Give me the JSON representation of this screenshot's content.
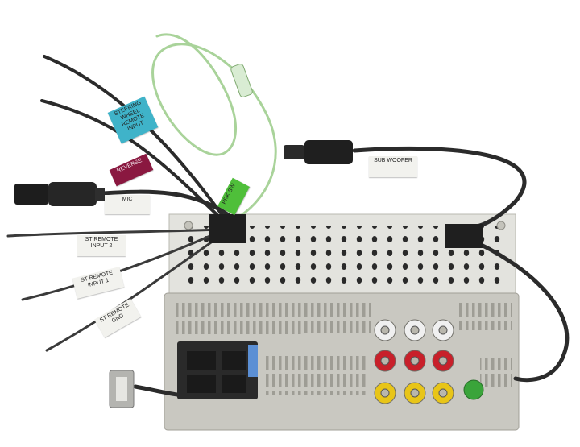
{
  "labels": {
    "steering": "STEERING WHEEL REMOTE INPUT",
    "reverse": "REVERSE",
    "mic": "MIC",
    "park": "PRK SW",
    "sub": "SUB WOOFER",
    "remote2": "ST REMOTE INPUT 2",
    "remote1": "ST REMOTE INPUT 1",
    "gnd": "ST REMOTE GND"
  },
  "colors": {
    "steering_tag": "#3fb3c9",
    "reverse_tag": "#8a1840",
    "park_tag": "#4fbf3a",
    "plain_tag": "#f2f2ee",
    "chassis": "#c9c8c1",
    "metal_plate": "#e3e3de",
    "cable": "#2b2b2b",
    "green_wire": "#a9d39a"
  },
  "rca_colors": [
    "#f0f0f0",
    "#c8202a",
    "#e8c518",
    "#3aa43a"
  ],
  "icons": {
    "mic_plug": "black-barrel-plug-icon",
    "sub_plug": "rca-plug-icon",
    "usb": "usb-plug-icon",
    "fuse": "inline-fuse-icon",
    "iso_connector": "iso-connector-icon"
  }
}
